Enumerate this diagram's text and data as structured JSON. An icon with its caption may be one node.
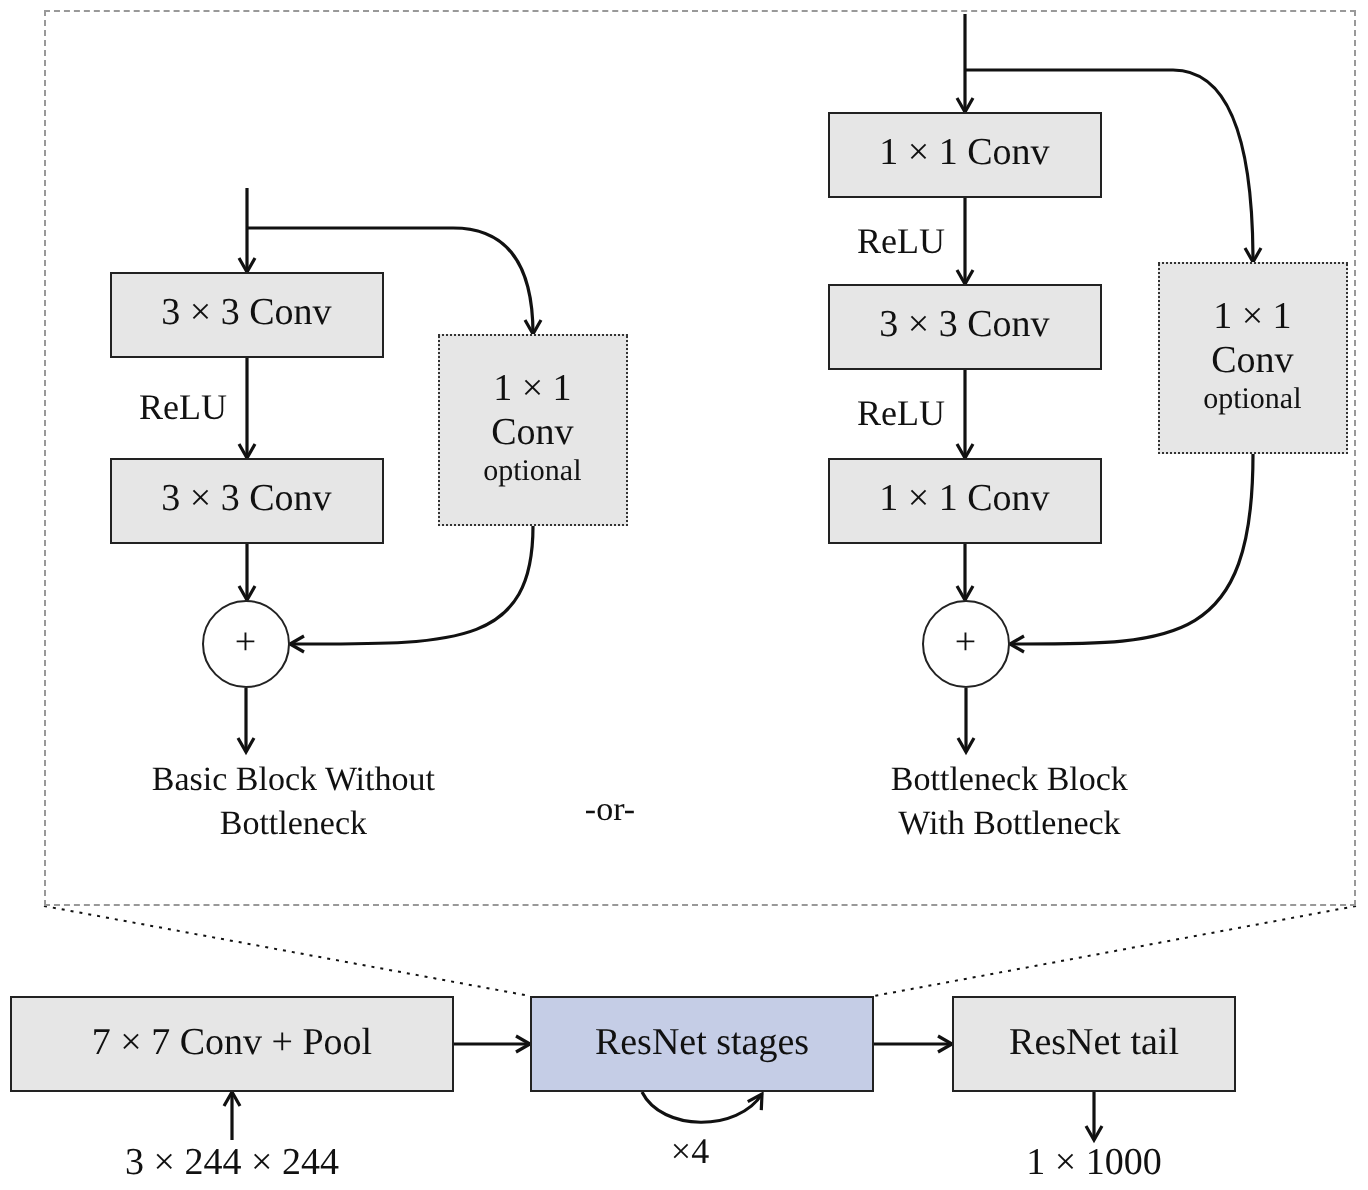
{
  "diagram": {
    "nodes": [
      {
        "text": [],
        "shape": "box"
      },
      {
        "text": [
          "3 × 3 Conv"
        ],
        "in": 0
      },
      {
        "text": [
          "3 × 3 Conv"
        ],
        "in": 0
      },
      {
        "text": [
          "1 × 1 Conv",
          "optional"
        ],
        "in": 0
      },
      {
        "text": [
          "+"
        ],
        "in": 0
      },
      {
        "text": [
          "1 × 1 Conv"
        ],
        "in": 0
      },
      {
        "text": [
          "3 × 3 Conv"
        ],
        "in": 0
      },
      {
        "text": [
          "1 × 1 Conv"
        ],
        "in": 0
      },
      {
        "text": [
          "1 × 1 Conv",
          "optional"
        ],
        "in": 0
      },
      {
        "text": [
          "+"
        ],
        "in": 0
      },
      {
        "text": [
          "7 × 7 Conv + Pool"
        ]
      },
      {
        "text": [
          "ResNet stages"
        ]
      },
      {
        "text": [
          "ResNet tail"
        ]
      },
      {
        "text": [
          "3 × 244 × 244"
        ]
      },
      {
        "text": [
          "1 × 1000"
        ]
      },
      {
        "text": [
          "Basic Block Without Bottleneck"
        ],
        "in": 0
      },
      {
        "text": [
          "Bottleneck Block With Bottleneck"
        ],
        "in": 0
      }
    ],
    "edges": [
      {
        "from": null,
        "to": 1,
        "arrow": "to"
      },
      {
        "from": 1,
        "to": 2,
        "arrow": "to",
        "label": "ReLU"
      },
      {
        "from": 2,
        "to": 4,
        "arrow": "to"
      },
      {
        "from": 3,
        "to": 4,
        "arrow": "to"
      },
      {
        "from": 4,
        "to": 15,
        "arrow": "to"
      },
      {
        "from": null,
        "to": 3,
        "arrow": "to"
      },
      {
        "from": null,
        "to": 5,
        "arrow": "to"
      },
      {
        "from": 5,
        "to": 6,
        "arrow": "to",
        "label": "ReLU"
      },
      {
        "from": 6,
        "to": 7,
        "arrow": "to",
        "label": "ReLU"
      },
      {
        "from": 7,
        "to": 9,
        "arrow": "to"
      },
      {
        "from": 8,
        "to": 9,
        "arrow": "to"
      },
      {
        "from": 9,
        "to": 16,
        "arrow": "to"
      },
      {
        "from": null,
        "to": 8,
        "arrow": "to"
      },
      {
        "from": 10,
        "to": 11,
        "arrow": "to"
      },
      {
        "from": 11,
        "to": 12,
        "arrow": "to"
      },
      {
        "from": 13,
        "to": 10,
        "arrow": "to"
      },
      {
        "from": 12,
        "to": 14,
        "arrow": "to"
      },
      {
        "from": 11,
        "to": 11,
        "arrow": "to",
        "label": "×4"
      },
      {
        "from": 0,
        "to": 11,
        "arrow": "none",
        "style": "dashed"
      },
      {
        "from": 0,
        "to": 11,
        "arrow": "none",
        "style": "dashed"
      }
    ],
    "labels": [
      "-or-"
    ]
  }
}
